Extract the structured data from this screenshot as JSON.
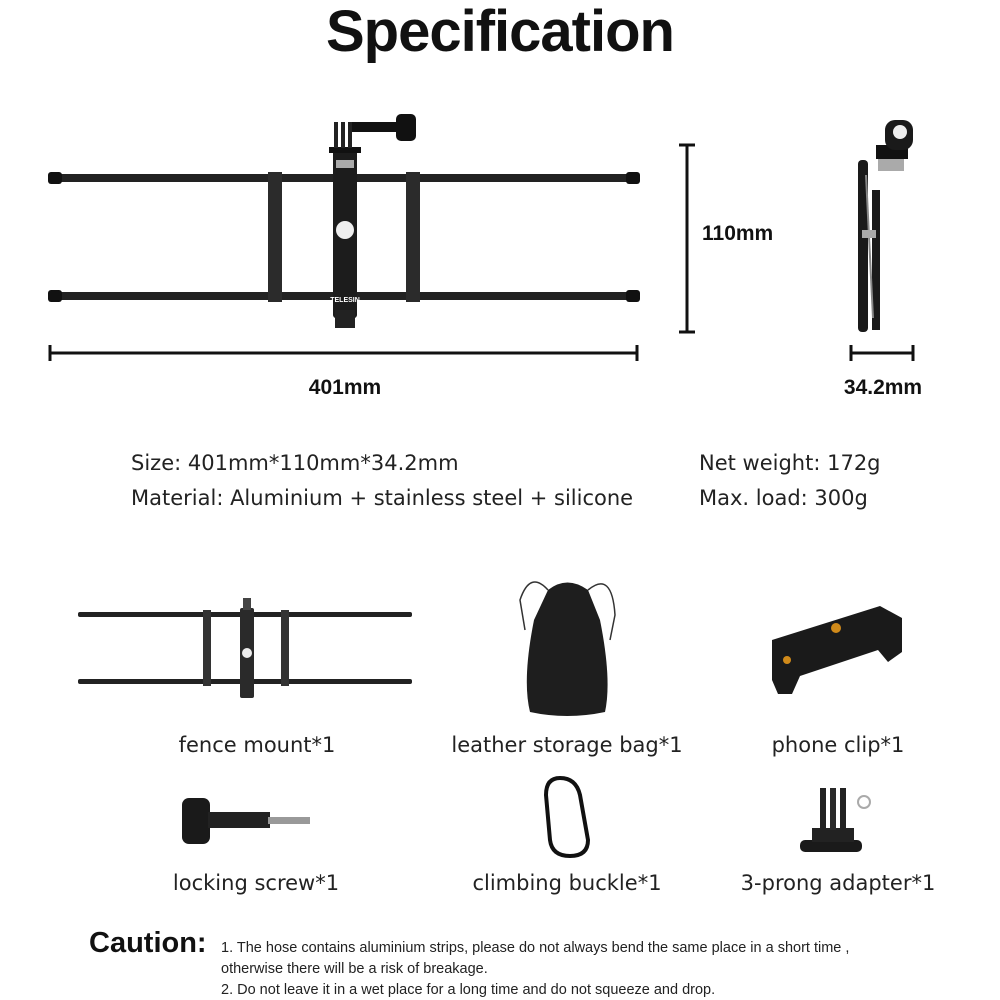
{
  "title": "Specification",
  "dimensions": {
    "height": "110mm",
    "length": "401mm",
    "depth": "34.2mm"
  },
  "specs": {
    "size": "Size: 401mm*110mm*34.2mm",
    "material": "Material: Aluminium + stainless steel + silicone",
    "weight": "Net weight: 172g",
    "load": "Max. load: 300g"
  },
  "brand": "TELESIN",
  "accessories": [
    {
      "label": "fence mount*1"
    },
    {
      "label": "leather storage bag*1"
    },
    {
      "label": "phone clip*1"
    },
    {
      "label": "locking screw*1"
    },
    {
      "label": "climbing buckle*1"
    },
    {
      "label": "3-prong adapter*1"
    }
  ],
  "caution": {
    "heading": "Caution:",
    "lines": [
      "1. The hose contains aluminium strips, please do not always bend the same place in a short time ,",
      "otherwise there will be a risk of breakage.",
      "2. Do not leave it in a wet place for a long time and do not squeeze and drop."
    ]
  }
}
